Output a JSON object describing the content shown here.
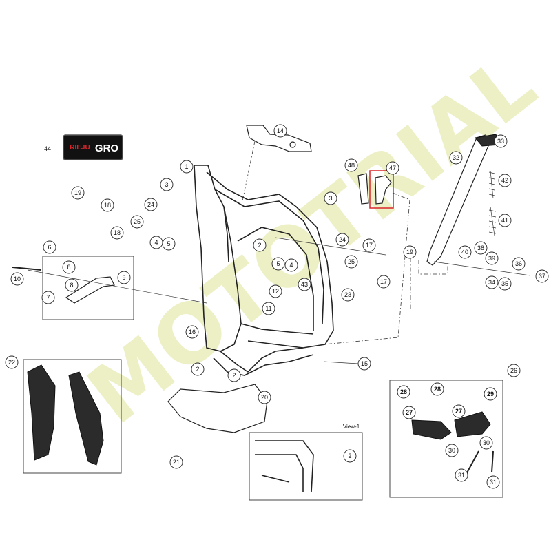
{
  "watermark": "MOTOTRIAL",
  "logo": {
    "code": "44",
    "brand": "GRO",
    "brand_left": "RIEJU"
  },
  "view_label": "View-1",
  "callouts": [
    {
      "id": "c1",
      "label": "1"
    },
    {
      "id": "c2a",
      "label": "2"
    },
    {
      "id": "c2b",
      "label": "2"
    },
    {
      "id": "c2c",
      "label": "2"
    },
    {
      "id": "c2d",
      "label": "2"
    },
    {
      "id": "c3a",
      "label": "3"
    },
    {
      "id": "c3b",
      "label": "3"
    },
    {
      "id": "c4a",
      "label": "4"
    },
    {
      "id": "c4b",
      "label": "4"
    },
    {
      "id": "c5a",
      "label": "5"
    },
    {
      "id": "c5b",
      "label": "5"
    },
    {
      "id": "c6",
      "label": "6"
    },
    {
      "id": "c7",
      "label": "7"
    },
    {
      "id": "c8a",
      "label": "8"
    },
    {
      "id": "c8b",
      "label": "8"
    },
    {
      "id": "c9",
      "label": "9"
    },
    {
      "id": "c10",
      "label": "10"
    },
    {
      "id": "c11",
      "label": "11"
    },
    {
      "id": "c12",
      "label": "12"
    },
    {
      "id": "c14",
      "label": "14"
    },
    {
      "id": "c15",
      "label": "15"
    },
    {
      "id": "c16",
      "label": "16"
    },
    {
      "id": "c17a",
      "label": "17"
    },
    {
      "id": "c17b",
      "label": "17"
    },
    {
      "id": "c18a",
      "label": "18"
    },
    {
      "id": "c18b",
      "label": "18"
    },
    {
      "id": "c19a",
      "label": "19"
    },
    {
      "id": "c19b",
      "label": "19"
    },
    {
      "id": "c20",
      "label": "20"
    },
    {
      "id": "c21",
      "label": "21"
    },
    {
      "id": "c22",
      "label": "22"
    },
    {
      "id": "c23",
      "label": "23"
    },
    {
      "id": "c24a",
      "label": "24"
    },
    {
      "id": "c24b",
      "label": "24"
    },
    {
      "id": "c25a",
      "label": "25"
    },
    {
      "id": "c25b",
      "label": "25"
    },
    {
      "id": "c26",
      "label": "26"
    },
    {
      "id": "c27a",
      "label": "27"
    },
    {
      "id": "c27b",
      "label": "27"
    },
    {
      "id": "c28a",
      "label": "28"
    },
    {
      "id": "c28b",
      "label": "28"
    },
    {
      "id": "c29",
      "label": "29"
    },
    {
      "id": "c30a",
      "label": "30"
    },
    {
      "id": "c30b",
      "label": "30"
    },
    {
      "id": "c31a",
      "label": "31"
    },
    {
      "id": "c31b",
      "label": "31"
    },
    {
      "id": "c32",
      "label": "32"
    },
    {
      "id": "c33",
      "label": "33"
    },
    {
      "id": "c34",
      "label": "34"
    },
    {
      "id": "c35",
      "label": "35"
    },
    {
      "id": "c36",
      "label": "36"
    },
    {
      "id": "c37",
      "label": "37"
    },
    {
      "id": "c38",
      "label": "38"
    },
    {
      "id": "c39",
      "label": "39"
    },
    {
      "id": "c40",
      "label": "40"
    },
    {
      "id": "c41",
      "label": "41"
    },
    {
      "id": "c42",
      "label": "42"
    },
    {
      "id": "c43",
      "label": "43"
    },
    {
      "id": "c47",
      "label": "47"
    },
    {
      "id": "c48",
      "label": "48"
    }
  ],
  "colors": {
    "highlight": "#d9262a",
    "watermark": "#ecefbf",
    "line": "#222222"
  }
}
